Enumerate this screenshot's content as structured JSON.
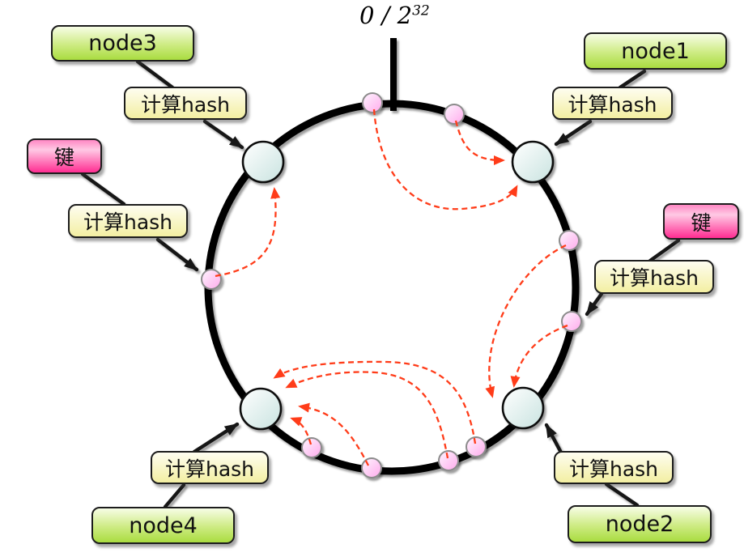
{
  "title": {
    "base": "0 / 2",
    "exponent": "32"
  },
  "labels": {
    "compute_hash": "计算hash",
    "key": "键"
  },
  "nodes": {
    "node1": "node1",
    "node2": "node2",
    "node3": "node3",
    "node4": "node4"
  },
  "colors": {
    "arrow_red": "#ff3c19",
    "ring_black": "#000000",
    "box_border": "#1c1c1c",
    "green_top": "#f7fde6",
    "green_mid": "#cdeb82",
    "green_bottom": "#a9dc40",
    "yellow_top": "#fefdf0",
    "yellow_bottom": "#f3efa2",
    "pink_top": "#ff87c4",
    "pink_mid": "#ffc9e4",
    "pink_bottom": "#ff2d92",
    "node_fill_light": "#ffffff",
    "node_fill_dark": "#c9e3e0",
    "dot_fill_light": "#fef6ff",
    "dot_fill_dark": "#ffaaec"
  }
}
